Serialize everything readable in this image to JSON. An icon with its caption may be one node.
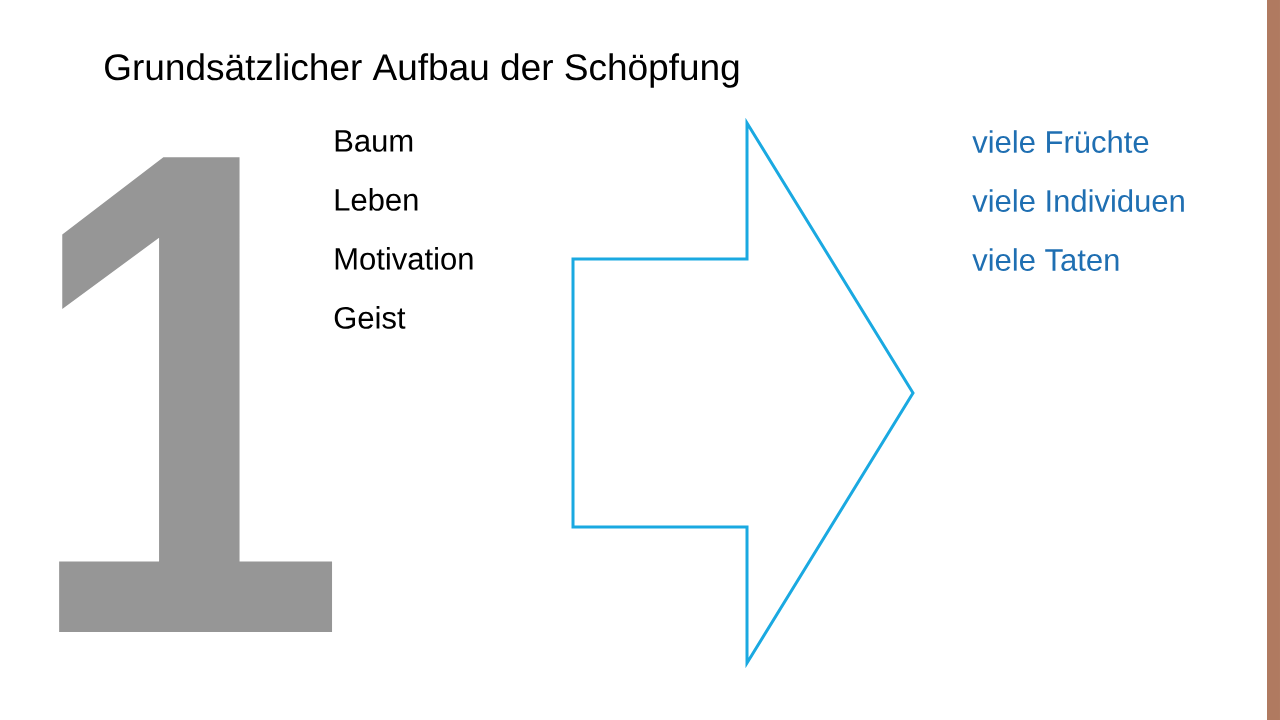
{
  "diagram": {
    "title": "Grundsätzlicher Aufbau der Schöpfung",
    "nodes": [
      {
        "text": [
          "Baum",
          "Leben",
          "Motivation",
          "Geist"
        ]
      },
      {
        "text": [
          "viele Früchte",
          "viele Individuen",
          "viele Taten"
        ]
      }
    ],
    "edges": [
      {
        "from": 0,
        "to": 1,
        "arrow": "to",
        "color": "#1aa9e1"
      }
    ],
    "labels": [
      "1"
    ]
  }
}
